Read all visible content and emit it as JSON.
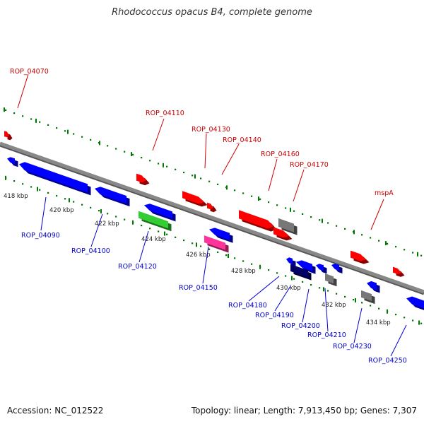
{
  "title": "Rhodococcus opacus B4, complete genome",
  "footer": {
    "accession": "Accession: NC_012522",
    "stats": "Topology: linear; Length: 7,913,450 bp; Genes: 7,307"
  },
  "colors": {
    "forward": "#ff0000",
    "reverse": "#0000ff",
    "green": "#33cc33",
    "magenta": "#ff3399",
    "gray": "#777777",
    "navy": "#000066",
    "ruler": "#007700",
    "backbone": "#888888"
  },
  "ticks": [
    {
      "label": "418 kbp"
    },
    {
      "label": "420 kbp"
    },
    {
      "label": "422 kbp"
    },
    {
      "label": "424 kbp"
    },
    {
      "label": "426 kbp"
    },
    {
      "label": "428 kbp"
    },
    {
      "label": "430 kbp"
    },
    {
      "label": "432 kbp"
    },
    {
      "label": "434 kbp"
    }
  ],
  "labels": {
    "forward": [
      "ROP_04070",
      "ROP_04110",
      "ROP_04130",
      "ROP_04140",
      "ROP_04160",
      "ROP_04170",
      "mspA"
    ],
    "reverse": [
      "ROP_04090",
      "ROP_04100",
      "ROP_04120",
      "ROP_04150",
      "ROP_04180",
      "ROP_04190",
      "ROP_04200",
      "ROP_04210",
      "ROP_04230",
      "ROP_04250"
    ]
  }
}
